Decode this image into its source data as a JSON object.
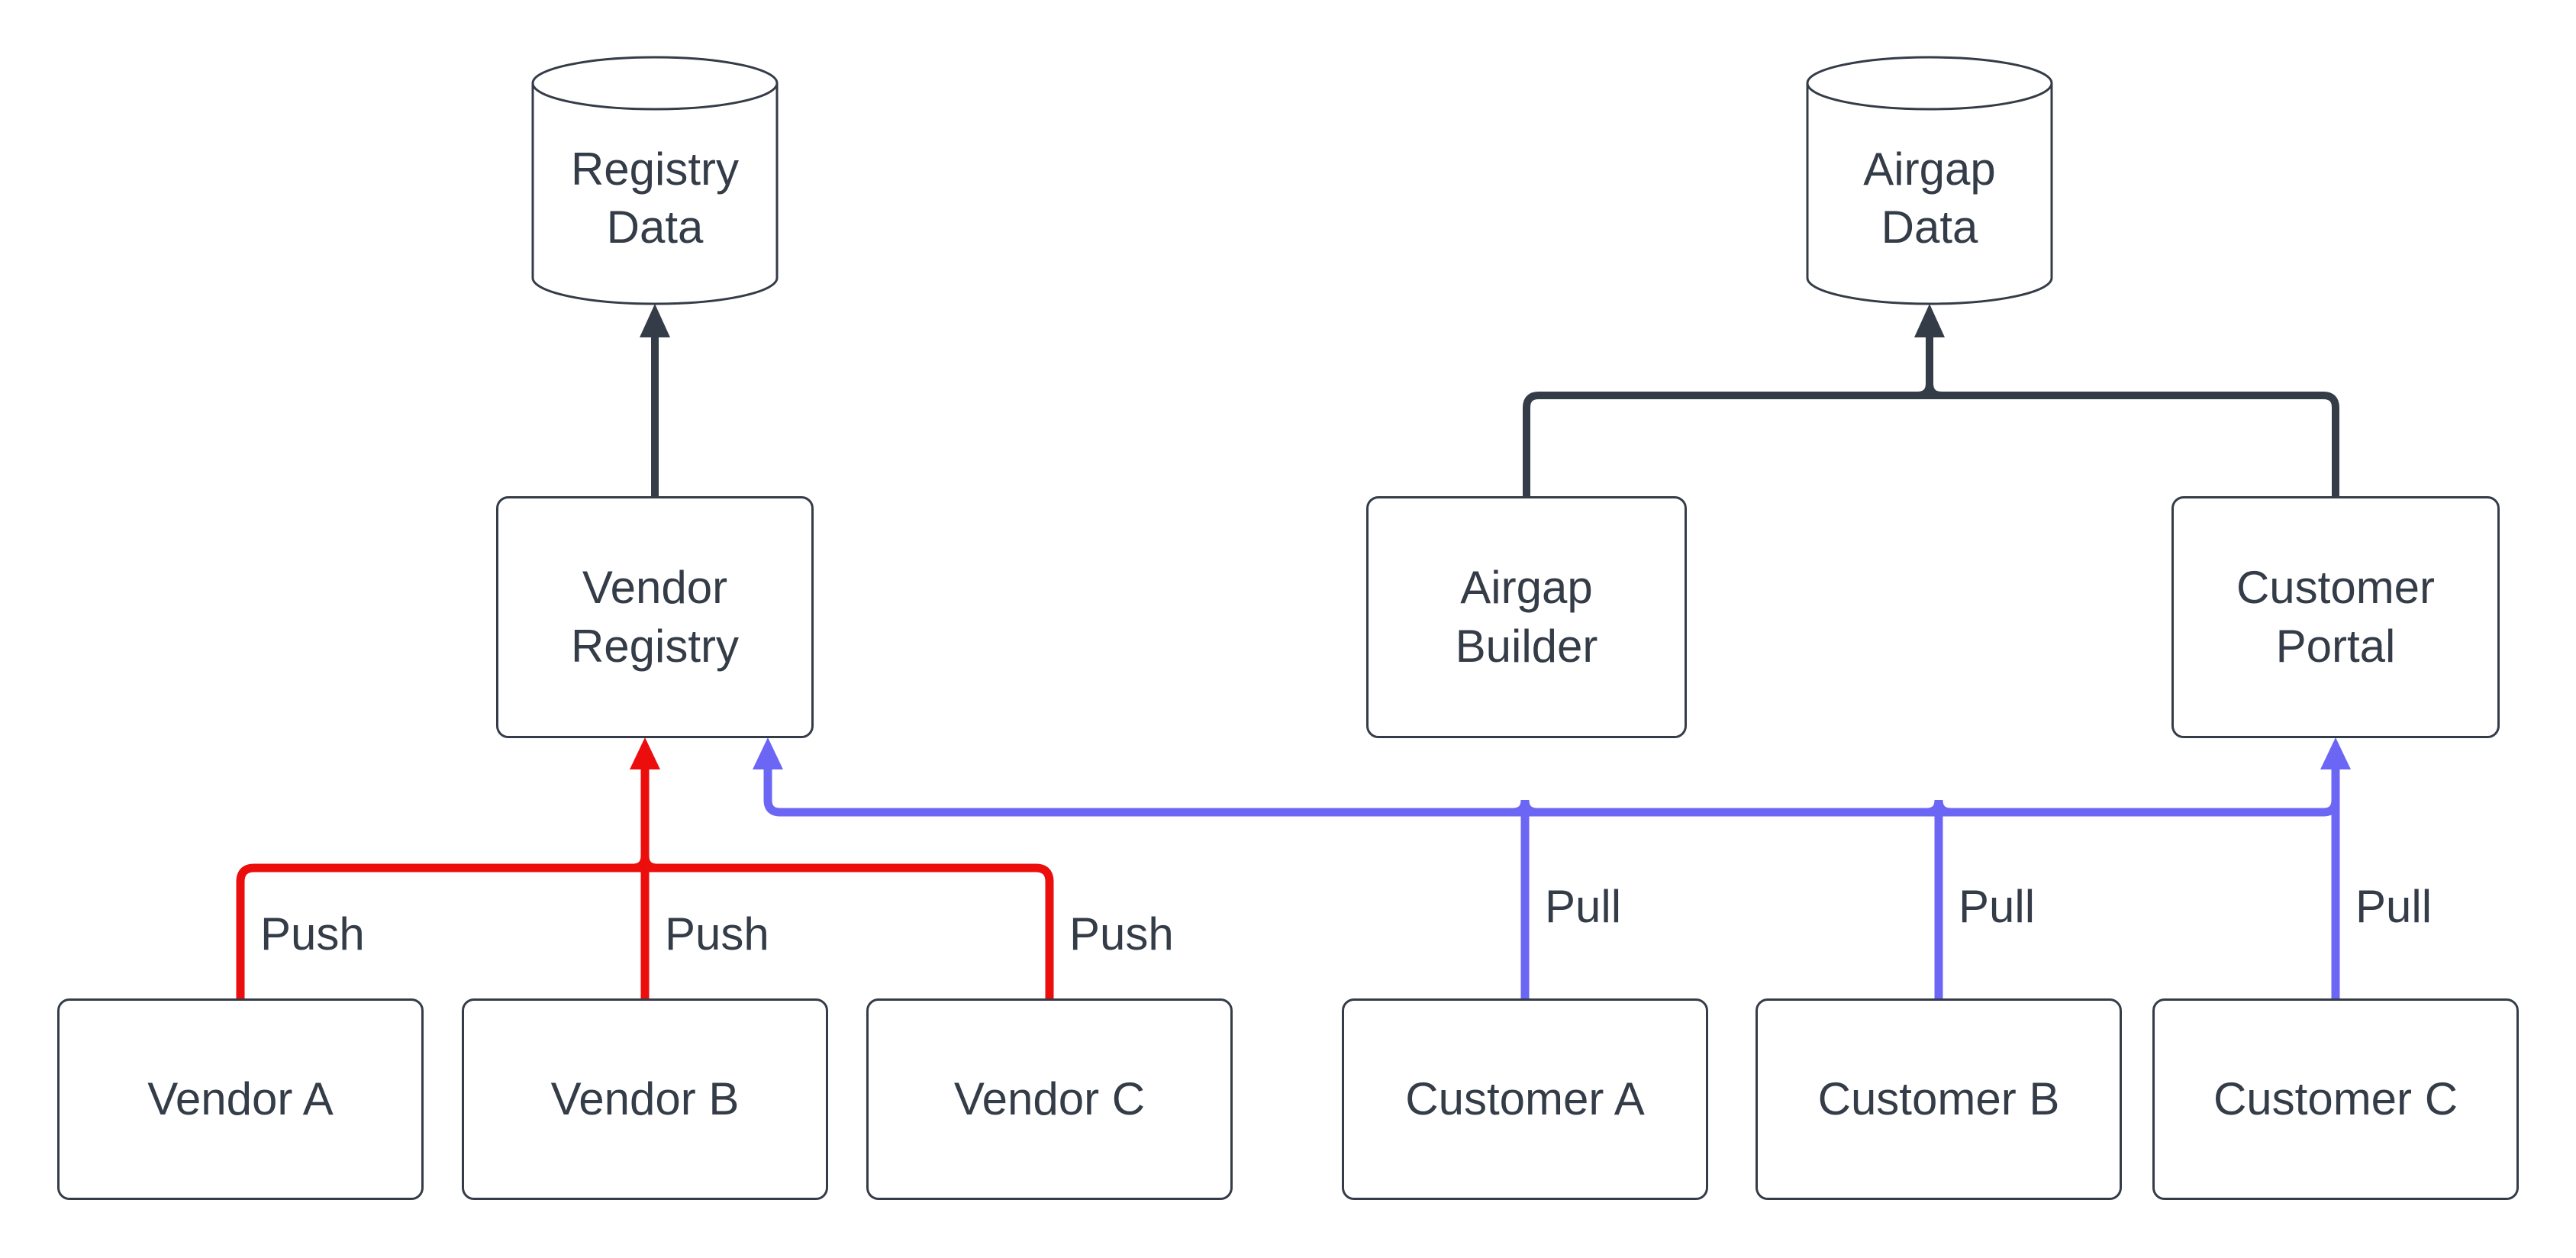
{
  "diagram": {
    "type": "flowchart",
    "background": "#ffffff",
    "colors": {
      "node_fill": "#ffffff",
      "node_stroke": "#343C48",
      "text": "#343C48",
      "push_edge": "#EC0D0D",
      "pull_edge": "#6C66F5",
      "storage_edge": "#343C48"
    },
    "nodes": [
      {
        "id": "registry-data",
        "shape": "cylinder",
        "label": "Registry Data",
        "lines": [
          "Registry",
          "Data"
        ]
      },
      {
        "id": "airgap-data",
        "shape": "cylinder",
        "label": "Airgap Data",
        "lines": [
          "Airgap",
          "Data"
        ]
      },
      {
        "id": "vendor-registry",
        "shape": "rect",
        "label": "Vendor Registry",
        "lines": [
          "Vendor",
          "Registry"
        ]
      },
      {
        "id": "airgap-builder",
        "shape": "rect",
        "label": "Airgap Builder",
        "lines": [
          "Airgap",
          "Builder"
        ]
      },
      {
        "id": "customer-portal",
        "shape": "rect",
        "label": "Customer Portal",
        "lines": [
          "Customer",
          "Portal"
        ]
      },
      {
        "id": "vendor-a",
        "shape": "rect",
        "label": "Vendor A"
      },
      {
        "id": "vendor-b",
        "shape": "rect",
        "label": "Vendor B"
      },
      {
        "id": "vendor-c",
        "shape": "rect",
        "label": "Vendor C"
      },
      {
        "id": "customer-a",
        "shape": "rect",
        "label": "Customer A"
      },
      {
        "id": "customer-b",
        "shape": "rect",
        "label": "Customer B"
      },
      {
        "id": "customer-c",
        "shape": "rect",
        "label": "Customer C"
      }
    ],
    "edges": [
      {
        "from": "vendor-a",
        "to": "vendor-registry",
        "label": "Push",
        "color": "#EC0D0D"
      },
      {
        "from": "vendor-b",
        "to": "vendor-registry",
        "label": "Push",
        "color": "#EC0D0D"
      },
      {
        "from": "vendor-c",
        "to": "vendor-registry",
        "label": "Push",
        "color": "#EC0D0D"
      },
      {
        "from": "customer-a",
        "to": "vendor-registry",
        "label": "Pull",
        "color": "#6C66F5"
      },
      {
        "from": "customer-b",
        "to": "vendor-registry",
        "label": "Pull",
        "color": "#6C66F5"
      },
      {
        "from": "customer-c",
        "to": "customer-portal",
        "label": "Pull",
        "color": "#6C66F5"
      },
      {
        "from": "vendor-registry",
        "to": "registry-data",
        "label": "",
        "color": "#343C48"
      },
      {
        "from": "airgap-builder",
        "to": "airgap-data",
        "label": "",
        "color": "#343C48"
      },
      {
        "from": "customer-portal",
        "to": "airgap-data",
        "label": "",
        "color": "#343C48"
      }
    ]
  }
}
